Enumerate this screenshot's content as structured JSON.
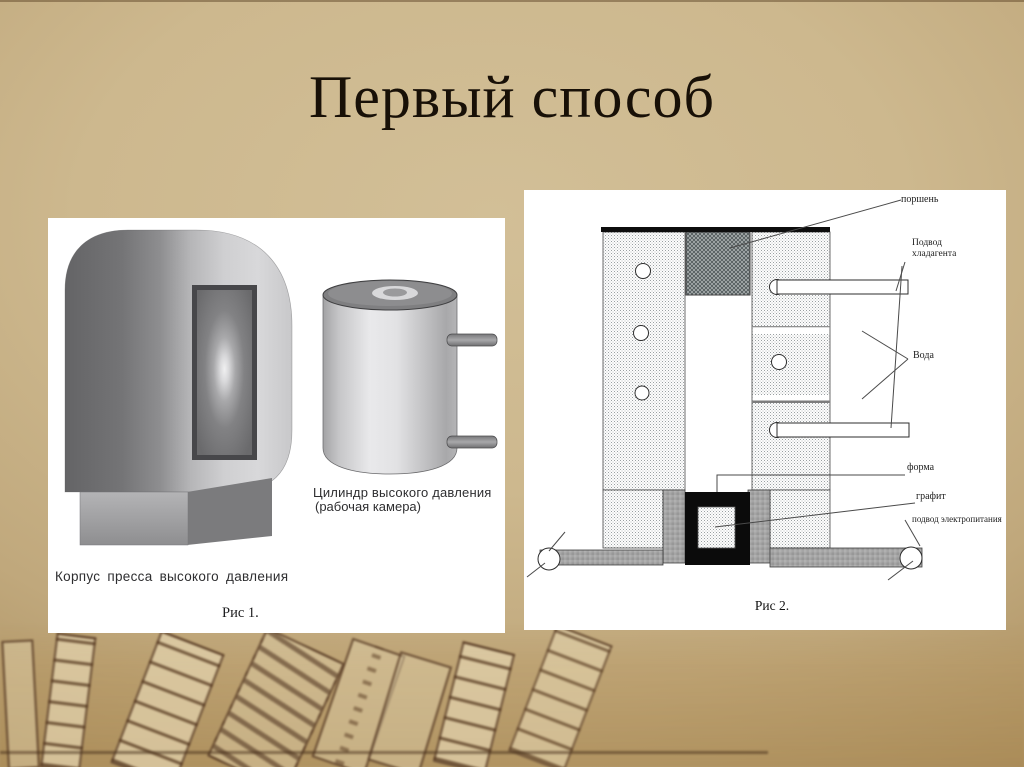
{
  "slide": {
    "title": "Первый способ"
  },
  "figure1": {
    "caption": "Рис 1.",
    "press_label": "Корпус пресса  высокого  давления",
    "cylinder_label_line1": "Цилиндр высокого давления",
    "cylinder_label_line2": "(рабочая камера)"
  },
  "figure2": {
    "caption": "Рис 2.",
    "labels": {
      "piston": "поршень",
      "coolant_line1": "Подвод",
      "coolant_line2": "хладагента",
      "water": "Вода",
      "mold": "форма",
      "graphite": "графит",
      "power": "подвод электропитания"
    }
  },
  "colors": {
    "background_center": "#cdb88e",
    "background_edge": "#8d7040",
    "title_text": "#181007",
    "panel": "#ffffff",
    "sketch_outline": "#4d301a",
    "diagram_black": "#0d0d0d",
    "diagram_gray": "#a7a7a7"
  }
}
